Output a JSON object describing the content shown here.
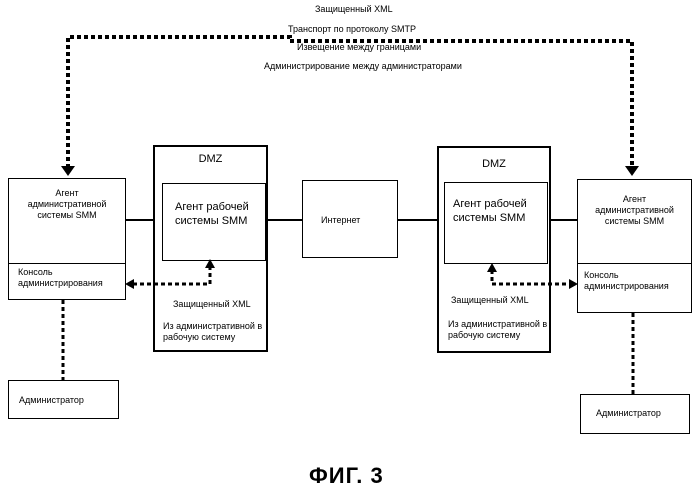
{
  "top_labels": {
    "line1": "Защищенный XML",
    "line2": "Транспорт по протоколу SMTP",
    "line3": "Извещение между границами",
    "line4": "Администрирование между администраторами"
  },
  "left": {
    "agent_label": "Агент\nадминистративной\nсистемы SMM",
    "console_label": "Консоль\nадминистрирования",
    "admin_label": "Администратор"
  },
  "dmz_left": {
    "title": "DMZ",
    "agent_label": "Агент рабочей\nсистемы SMM",
    "xml_label": "Защищенный XML",
    "direction_label": "Из административной  в\nрабочую систему"
  },
  "internet": {
    "label": "Интернет"
  },
  "dmz_right": {
    "title": "DMZ",
    "agent_label": "Агент рабочей\nсистемы SMM",
    "xml_label": "Защищенный XML",
    "direction_label": "Из административной  в\nрабочую систему"
  },
  "right": {
    "agent_label": "Агент\nадминистративной\nсистемы SMM",
    "console_label": "Консоль\nадминистрирования",
    "admin_label": "Администратор"
  },
  "figure_caption": "ФИГ. 3"
}
